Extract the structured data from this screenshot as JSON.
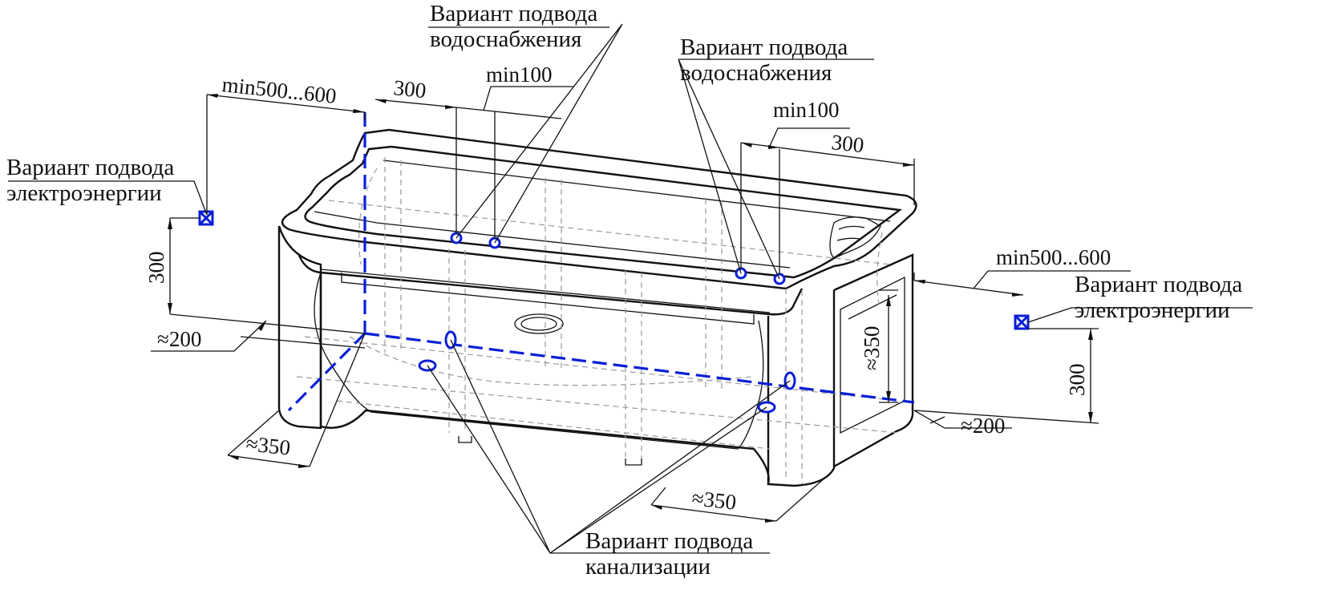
{
  "labels": {
    "water_top_l1": "Вариант подвода",
    "water_top_l2": "водоснабжения",
    "water_right_l1": "Вариант подвода",
    "water_right_l2": "водоснабжения",
    "electric_left_l1": "Вариант подвода",
    "electric_left_l2": "электроэнергии",
    "electric_right_l1": "Вариант подвода",
    "electric_right_l2": "электроэнергии",
    "sewer_l1": "Вариант подвода",
    "sewer_l2": "канализации"
  },
  "dimensions": {
    "min500_left": "min500...600",
    "d300_top_left": "300",
    "min100_left": "min100",
    "min100_right": "min100",
    "d300_top_right": "300",
    "min500_right": "min500...600",
    "d300_left_vertical": "300",
    "approx200_left": "≈200",
    "approx350_left": "≈350",
    "approx350_right_vertical": "≈350",
    "d300_right_vertical": "300",
    "approx200_right": "≈200",
    "approx350_bottom": "≈350"
  },
  "colors": {
    "line": "#111111",
    "utility": "#0a1fd6",
    "hidden": "#9a9a9a"
  }
}
